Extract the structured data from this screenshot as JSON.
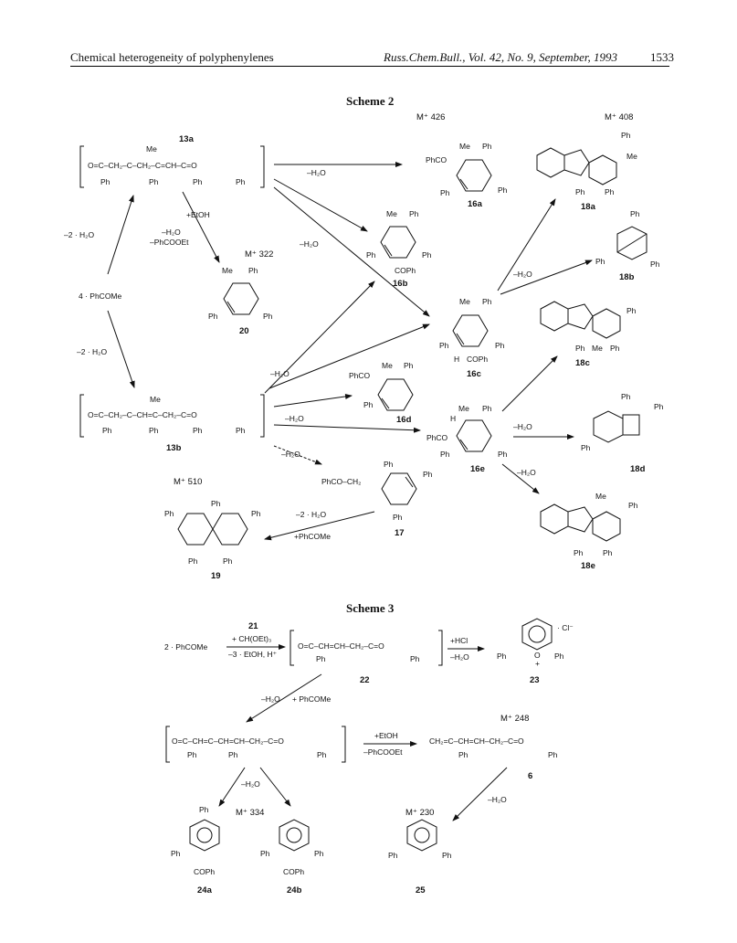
{
  "header": {
    "left": "Chemical heterogeneity of polyphenylenes",
    "journal": "Russ.Chem.Bull., Vol. 42, No. 9, September, 1993",
    "page": "1533"
  },
  "scheme2": {
    "title": "Scheme 2",
    "start": "4 · PhCOMe",
    "cond_up": "–2 · H₂O",
    "cond_down": "–2 · H₂O",
    "c13a": {
      "label": "13a",
      "chain": "O=C–CH₂–C–CH₂–C=CH–C=O",
      "me": "Me",
      "subs": [
        "Ph",
        "Ph",
        "Ph",
        "Ph"
      ]
    },
    "c13b": {
      "label": "13b",
      "chain": "O=C–CH₂–C–CH=C–CH₂–C=O",
      "me": "Me",
      "subs": [
        "Ph",
        "Ph",
        "Ph",
        "Ph"
      ]
    },
    "c16a": {
      "label": "16a",
      "ms": "M⁺ 426",
      "subs": [
        "Me",
        "Ph",
        "PhCO",
        "Ph",
        "Ph"
      ]
    },
    "c16b": {
      "label": "16b",
      "subs": [
        "Me",
        "Ph",
        "Ph",
        "Ph",
        "COPh"
      ]
    },
    "c16c": {
      "label": "16c",
      "subs": [
        "Me",
        "Ph",
        "Ph",
        "Ph",
        "H",
        "COPh"
      ]
    },
    "c16d": {
      "label": "16d",
      "subs": [
        "PhCO",
        "Me",
        "Ph",
        "Ph"
      ]
    },
    "c16e": {
      "label": "16e",
      "subs": [
        "Me",
        "Ph",
        "H",
        "PhCO",
        "Ph",
        "Ph"
      ]
    },
    "c17": {
      "label": "17",
      "subs": [
        "PhCO–CH₂",
        "Ph",
        "Ph",
        "Ph"
      ]
    },
    "c18a": {
      "label": "18a",
      "ms": "M⁺ 408",
      "subs": [
        "Ph",
        "Me",
        "Ph",
        "Ph"
      ]
    },
    "c18b": {
      "label": "18b",
      "subs": [
        "Ph",
        "Ph",
        "Ph"
      ]
    },
    "c18c": {
      "label": "18c",
      "subs": [
        "Ph",
        "Ph",
        "Me",
        "Ph"
      ]
    },
    "c18d": {
      "label": "18d",
      "subs": [
        "Ph",
        "Ph",
        "Ph"
      ]
    },
    "c18e": {
      "label": "18e",
      "subs": [
        "Me",
        "Ph",
        "Ph",
        "Ph"
      ]
    },
    "c19": {
      "label": "19",
      "ms": "M⁺ 510",
      "subs": [
        "Ph",
        "Ph",
        "Ph",
        "Ph",
        "Ph"
      ]
    },
    "c20": {
      "label": "20",
      "ms": "M⁺ 322",
      "subs": [
        "Me",
        "Ph",
        "Ph",
        "Ph"
      ]
    },
    "arrows": {
      "a1": "–H₂O",
      "a2": "+EtOH",
      "a3": "–H₂O",
      "a3b": "–PhCOOEt",
      "a4": "–H₂O",
      "a5": "–H₂O",
      "a6": "–H₂O",
      "a7": "–H₂O",
      "a8": "–H₂O",
      "a9": "–H₂O",
      "a10": "–H₂O",
      "a11": "–2 · H₂O",
      "a12": "+PhCOMe"
    }
  },
  "scheme3": {
    "title": "Scheme 3",
    "start": "2 · PhCOMe",
    "reagent_num": "21",
    "reagent": "+ CH(OEt)₃",
    "reagent_b": "–3 · EtOH, H⁺",
    "c22": {
      "label": "22",
      "chain": "O=C–CH=CH–CH₂–C=O",
      "subs": [
        "Ph",
        "Ph"
      ]
    },
    "hcl": "+HCl",
    "hcl_b": "–H₂O",
    "c23": {
      "label": "23",
      "subs": [
        "Ph",
        "Ph",
        "O",
        "+",
        "· Cl⁻"
      ]
    },
    "step_a": "–H₂O",
    "step_b": "+ PhCOMe",
    "mid": {
      "chain": "O=C–CH=C–CH=CH–CH₂–C=O",
      "subs": [
        "Ph",
        "Ph",
        "Ph"
      ]
    },
    "etoh": "+EtOH",
    "etoh_b": "–PhCOOEt",
    "c6": {
      "label": "6",
      "ms": "M⁺ 248",
      "chain": "CH₂=C–CH=CH–CH₂–C=O",
      "subs": [
        "Ph",
        "Ph"
      ]
    },
    "c6_step": "–H₂O",
    "split": "–H₂O",
    "ms334": "M⁺ 334",
    "ms230": "M⁺ 230",
    "c24a": {
      "label": "24a",
      "subs": [
        "Ph",
        "Ph",
        "COPh"
      ]
    },
    "c24b": {
      "label": "24b",
      "subs": [
        "Ph",
        "Ph",
        "COPh"
      ]
    },
    "c25": {
      "label": "25",
      "subs": [
        "Ph",
        "Ph"
      ]
    }
  }
}
